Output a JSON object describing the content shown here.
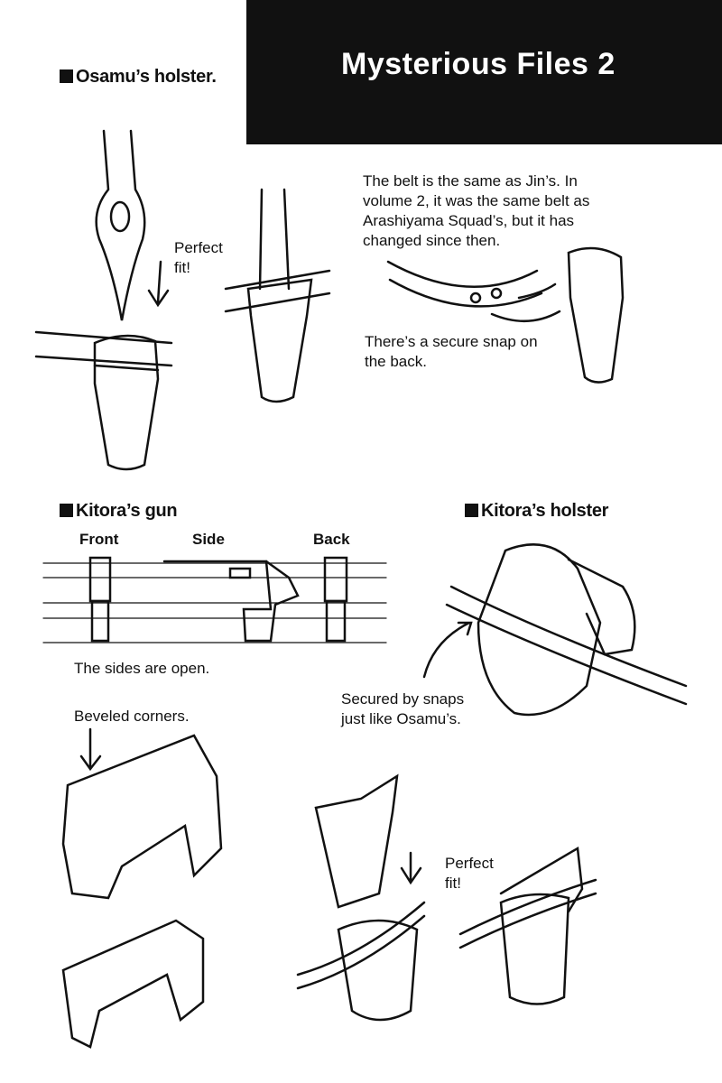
{
  "banner": {
    "title": "Mysterious Files 2"
  },
  "sections": {
    "osamu_holster": "Osamu’s holster.",
    "kitora_gun": "Kitora’s gun",
    "kitora_holster": "Kitora’s holster"
  },
  "notes": {
    "perfect_fit_1": "Perfect fit!",
    "belt_note": "The belt is the same as Jin’s. In volume 2, it was the same belt as Arashiyama Squad’s, but it has changed since then.",
    "snap_note": "There’s a secure snap on the back.",
    "sides_open": "The sides are open.",
    "beveled": "Beveled corners.",
    "secured": "Secured by snaps just like Osamu’s.",
    "perfect_fit_2": "Perfect fit!"
  },
  "views": {
    "front": "Front",
    "side": "Side",
    "back": "Back"
  }
}
